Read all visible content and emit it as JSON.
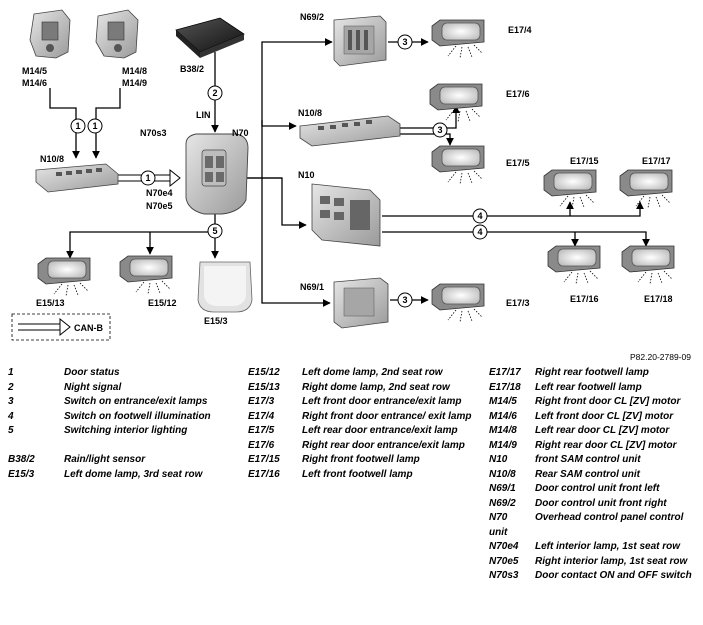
{
  "diagram": {
    "labels": {
      "m14_56": [
        "M14/5",
        "M14/6"
      ],
      "m14_89": [
        "M14/8",
        "M14/9"
      ],
      "b38_2": "B38/2",
      "lin": "LIN",
      "n70s3": "N70s3",
      "n70": "N70",
      "n70e4": "N70e4",
      "n70e5": "N70e5",
      "n10_8_left": "N10/8",
      "n69_2": "N69/2",
      "e17_4": "E17/4",
      "e17_6": "E17/6",
      "n10_8_mid": "N10/8",
      "e17_5": "E17/5",
      "n10": "N10",
      "e17_15": "E17/15",
      "e17_17": "E17/17",
      "e17_16": "E17/16",
      "e17_18": "E17/18",
      "n69_1": "N69/1",
      "e17_3": "E17/3",
      "e15_13": "E15/13",
      "e15_12": "E15/12",
      "e15_3": "E15/3",
      "can_b": "CAN-B"
    },
    "circle_numbers": {
      "one": "1",
      "two": "2",
      "three": "3",
      "four": "4",
      "five": "5"
    },
    "reference": "P82.20-2789-09"
  },
  "legend": {
    "col1": [
      {
        "code": "1",
        "desc": "Door status"
      },
      {
        "code": "2",
        "desc": "Night signal"
      },
      {
        "code": "3",
        "desc": "Switch on entrance/exit lamps"
      },
      {
        "code": "4",
        "desc": "Switch on footwell illumination"
      },
      {
        "code": "5",
        "desc": "Switching interior lighting"
      },
      {
        "code": "",
        "desc": ""
      },
      {
        "code": "B38/2",
        "desc": "Rain/light sensor"
      },
      {
        "code": "E15/3",
        "desc": "Left dome lamp, 3rd seat row"
      }
    ],
    "col2": [
      {
        "code": "E15/12",
        "desc": "Left dome lamp, 2nd seat row"
      },
      {
        "code": "E15/13",
        "desc": "Right dome lamp, 2nd seat row"
      },
      {
        "code": "E17/3",
        "desc": "Left front door entrance/exit lamp"
      },
      {
        "code": "E17/4",
        "desc": "Right front door entrance/ exit lamp"
      },
      {
        "code": "E17/5",
        "desc": "Left rear door entrance/exit lamp"
      },
      {
        "code": "E17/6",
        "desc": "Right rear door entrance/exit lamp"
      },
      {
        "code": "E17/15",
        "desc": "Right front footwell lamp"
      },
      {
        "code": "E17/16",
        "desc": "Left front footwell lamp"
      }
    ],
    "col3": [
      {
        "code": "E17/17",
        "desc": "Right rear footwell lamp"
      },
      {
        "code": "E17/18",
        "desc": "Left rear footwell lamp"
      },
      {
        "code": "M14/5",
        "desc": "Right front door CL [ZV] motor"
      },
      {
        "code": "M14/6",
        "desc": "Left front door CL [ZV] motor"
      },
      {
        "code": "M14/8",
        "desc": "Left rear door CL [ZV] motor"
      },
      {
        "code": "M14/9",
        "desc": "Right rear door CL [ZV] motor"
      },
      {
        "code": "N10",
        "desc": "front SAM control unit"
      },
      {
        "code": "N10/8",
        "desc": "Rear SAM control unit"
      },
      {
        "code": "N69/1",
        "desc": "Door control unit front left"
      },
      {
        "code": "N69/2",
        "desc": "Door control unit front right"
      },
      {
        "code": "N70",
        "desc": "Overhead control panel control unit"
      },
      {
        "code": "N70e4",
        "desc": "Left interior lamp, 1st seat row"
      },
      {
        "code": "N70e5",
        "desc": "Right interior lamp, 1st seat row"
      },
      {
        "code": "N70s3",
        "desc": "Door contact ON and OFF switch"
      }
    ]
  }
}
